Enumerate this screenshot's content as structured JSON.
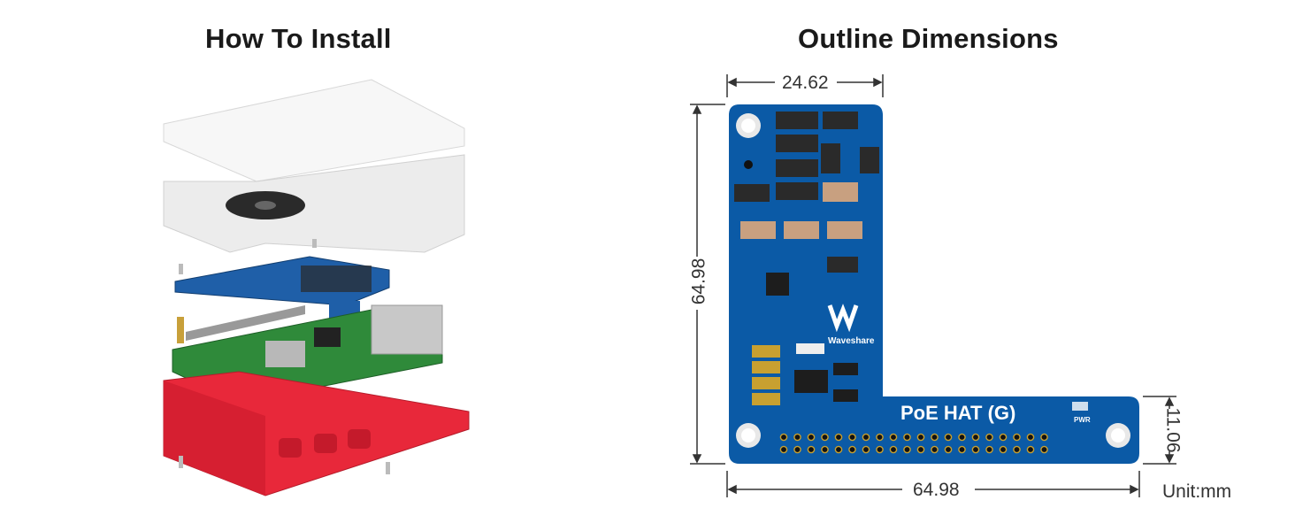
{
  "left": {
    "title": "How To Install"
  },
  "right": {
    "title": "Outline Dimensions",
    "dim_top": "24.62",
    "dim_left": "64.98",
    "dim_bottom": "64.98",
    "dim_right": "11.06",
    "unit": "Unit:mm",
    "board_label": "PoE HAT (G)",
    "brand": "Waveshare",
    "pwr": "PWR"
  },
  "colors": {
    "pcb": "#0b5aa6",
    "case_red": "#e8283a",
    "case_white": "#f4f4f4"
  }
}
